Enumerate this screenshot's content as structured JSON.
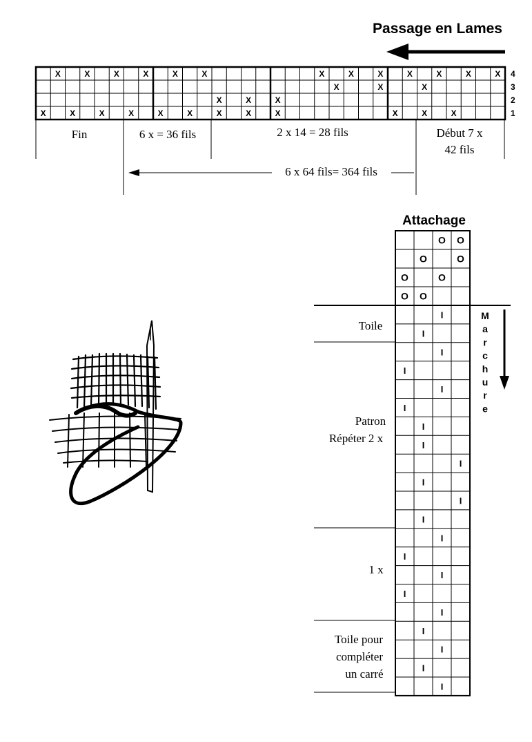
{
  "threading": {
    "title": "Passage en Lames",
    "shaft_labels": [
      "4",
      "3",
      "2",
      "1"
    ],
    "mark": "X",
    "rows": [
      "_X_X_X_X_X_X_______X_X_X_X_X_X_X",
      "____________________X__X__X_____",
      "____________X_X_X_______________",
      "X_X_X_X_X_X_X_X_X_______X_X_X___"
    ],
    "sections": [
      {
        "label": "Fin"
      },
      {
        "label": "6 x = 36 fils"
      },
      {
        "label": "2 x 14 = 28 fils"
      },
      {
        "label": "Début 7 x"
      },
      {
        "label": "42 fils"
      }
    ],
    "span_label": "6 x  64 fils= 364 fils"
  },
  "tieup": {
    "title": "Attachage",
    "mark": "O",
    "rows": [
      "__OO",
      "_O_O",
      "O_O_",
      "OO__"
    ]
  },
  "treadling": {
    "direction_label": "Marchure",
    "mark": "I",
    "columns": 4,
    "treadle_per_row": [
      3,
      2,
      3,
      1,
      3,
      1,
      2,
      2,
      4,
      2,
      4,
      2,
      3,
      1,
      3,
      1,
      3,
      2,
      3,
      2,
      3
    ],
    "sections": [
      {
        "lines": [
          "Toile"
        ]
      },
      {
        "lines": [
          "Patron",
          "Répéter 2 x"
        ]
      },
      {
        "lines": [
          "1 x"
        ]
      },
      {
        "lines": [
          "Toile pour",
          "compléter",
          "un carré"
        ]
      }
    ]
  },
  "illustration": {
    "icon": "needle-weaving-icon"
  }
}
